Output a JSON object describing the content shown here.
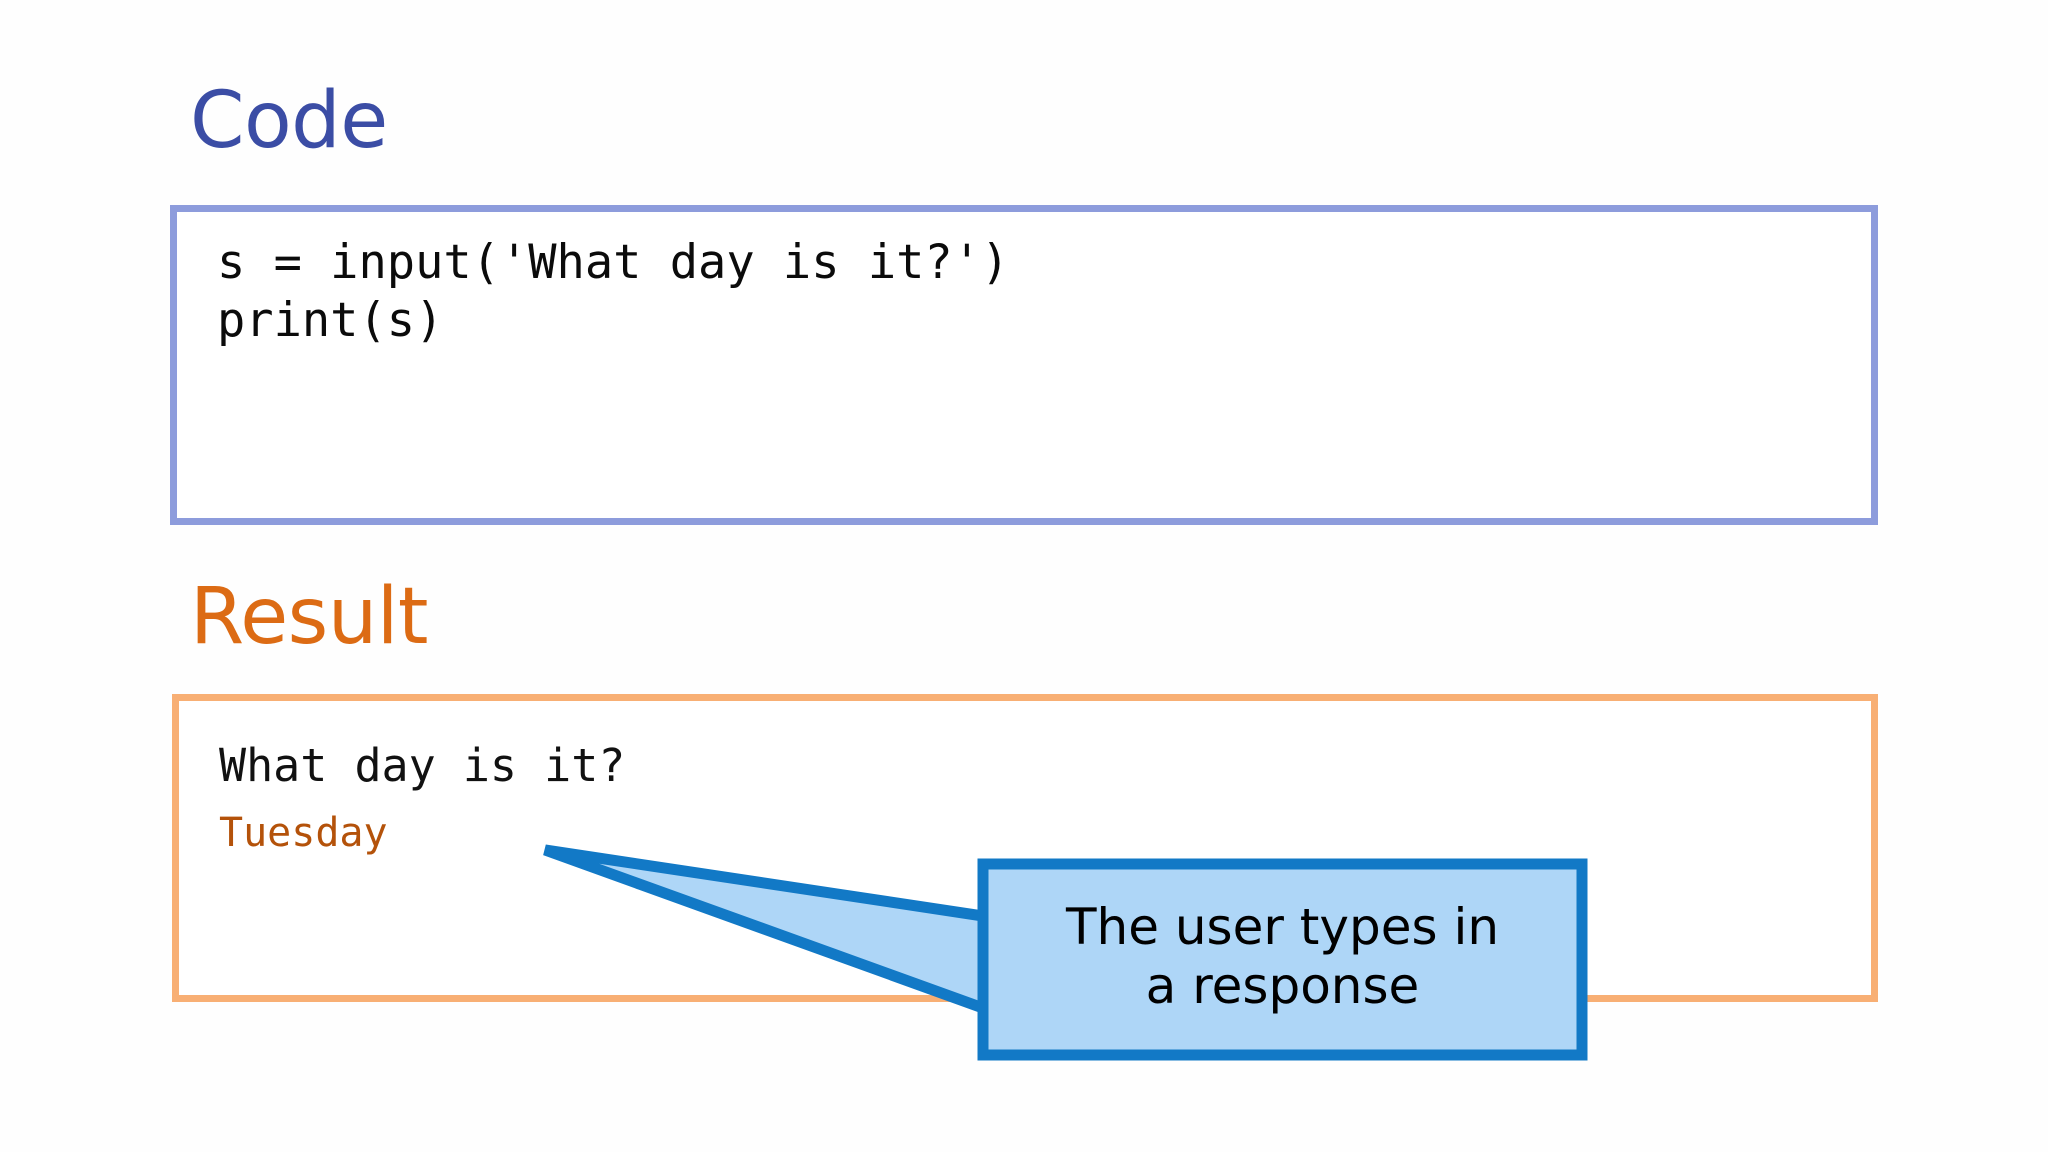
{
  "slide": {
    "background_color": "#FEFEFE",
    "sections": {
      "code": {
        "heading": "Code",
        "heading_color": "#3B4DA5",
        "box_border_color": "#8D9CDC",
        "box_fill_color": "#FFFFFF",
        "lines": [
          "s = input('What day is it?')",
          "print(s)"
        ],
        "code_block": "s = input('What day is it?')\nprint(s)"
      },
      "result": {
        "heading": "Result",
        "heading_color": "#DC6B14",
        "box_border_color": "#F8AF74",
        "box_fill_color": "#FFFFFF",
        "prompt_line": "What day is it?",
        "prompt_line_color": "#111111",
        "answer_line": "Tuesday",
        "answer_line_color": "#B4520A"
      }
    },
    "callout": {
      "line1": "The user types in",
      "line2": "a response",
      "full_text": "The user types in a response",
      "fill_color": "#AED6F7",
      "border_color": "#1279C6",
      "text_color": "#000000",
      "points_to": "Tuesday"
    }
  }
}
